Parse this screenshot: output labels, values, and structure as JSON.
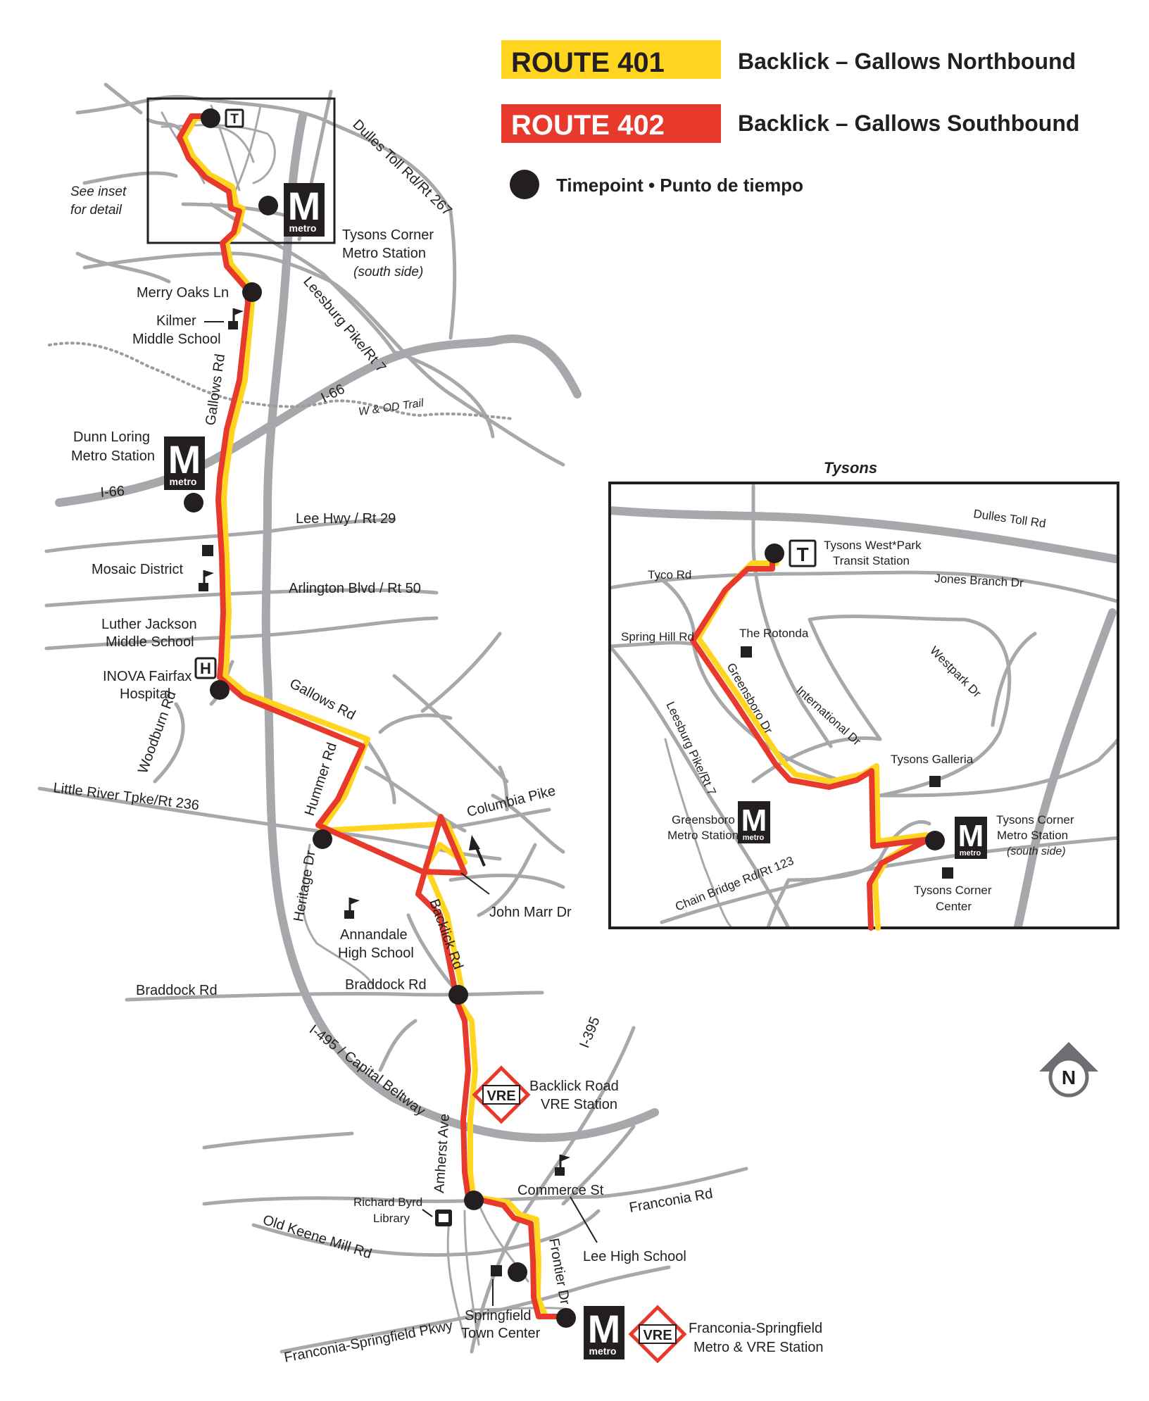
{
  "legend": {
    "route401": {
      "label": "ROUTE 401",
      "desc": "Backlick – Gallows Northbound",
      "color": "#ffd51f"
    },
    "route402": {
      "label": "ROUTE 402",
      "desc": "Backlick – Gallows  Southbound",
      "color": "#e8392d"
    },
    "timepoint": "Timepoint • Punto de tiempo"
  },
  "see_inset": [
    "See inset",
    "for detail"
  ],
  "roads": {
    "dulles": "Dulles Toll Rd/Rt 267",
    "leesburg": "Leesburg Pike/Rt 7",
    "i66_east": "I-66",
    "i66_west": "I-66",
    "wod": "W & OD Trail",
    "gallows_n": "Gallows Rd",
    "lee_hwy": "Lee Hwy / Rt 29",
    "arlington": "Arlington Blvd / Rt 50",
    "gallows_s": "Gallows Rd",
    "woodburn": "Woodburn Rd",
    "hummer": "Hummer Rd",
    "little_river": "Little River Tpke/Rt 236",
    "columbia": "Columbia Pike",
    "john_marr": "John Marr Dr",
    "heritage": "Heritage Dr",
    "backlick": "Backlick Rd",
    "braddock_w": "Braddock Rd",
    "braddock_e": "Braddock Rd",
    "beltway": "I-495 / Capital Beltway",
    "i395": "I-395",
    "amherst": "Amherst Ave",
    "commerce": "Commerce St",
    "franconia": "Franconia Rd",
    "old_keene": "Old Keene Mill Rd",
    "frontier": "Frontier Dr",
    "fs_pkwy": "Franconia-Springfield Pkwy"
  },
  "places": {
    "tysons_metro": [
      "Tysons Corner",
      "Metro Station",
      "(south side)"
    ],
    "merry_oaks": "Merry Oaks Ln",
    "kilmer": [
      "Kilmer",
      "Middle School"
    ],
    "dunn_loring": [
      "Dunn Loring",
      "Metro Station"
    ],
    "mosaic": "Mosaic District",
    "luther": [
      "Luther Jackson",
      "Middle School"
    ],
    "inova": [
      "INOVA Fairfax",
      "Hospital"
    ],
    "annandale": [
      "Annandale",
      "High School"
    ],
    "backlick_vre": [
      "Backlick Road",
      "VRE Station"
    ],
    "byrd": [
      "Richard Byrd",
      "Library"
    ],
    "lee_high": "Lee High School",
    "springfield_tc": [
      "Springfield",
      "Town Center"
    ],
    "franconia_station": [
      "Franconia-Springfield",
      "Metro & VRE Station"
    ]
  },
  "icons": {
    "metro_letter": "M",
    "metro_word": "metro",
    "transit_letter": "T",
    "hospital_letter": "H",
    "vre": "VRE",
    "north": "N"
  },
  "inset": {
    "title": "Tysons",
    "roads": {
      "dulles": "Dulles Toll Rd",
      "tyco": "Tyco Rd",
      "jones": "Jones Branch Dr",
      "spring_hill": "Spring Hill Rd",
      "westpark": "Westpark Dr",
      "greensboro": "Greensboro Dr",
      "international": "International Dr",
      "leesburg": "Leesburg Pike/Rt 7",
      "chain_bridge": "Chain Bridge Rd/Rt 123"
    },
    "places": {
      "tysons_west": [
        "Tysons West*Park",
        "Transit Station"
      ],
      "rotonda": "The Rotonda",
      "galleria": "Tysons Galleria",
      "greensboro_metro": [
        "Greensboro",
        "Metro Station"
      ],
      "tysons_corner_metro": [
        "Tysons Corner",
        "Metro Station",
        "(south side)"
      ],
      "tysons_center": [
        "Tysons Corner",
        "Center"
      ]
    }
  }
}
